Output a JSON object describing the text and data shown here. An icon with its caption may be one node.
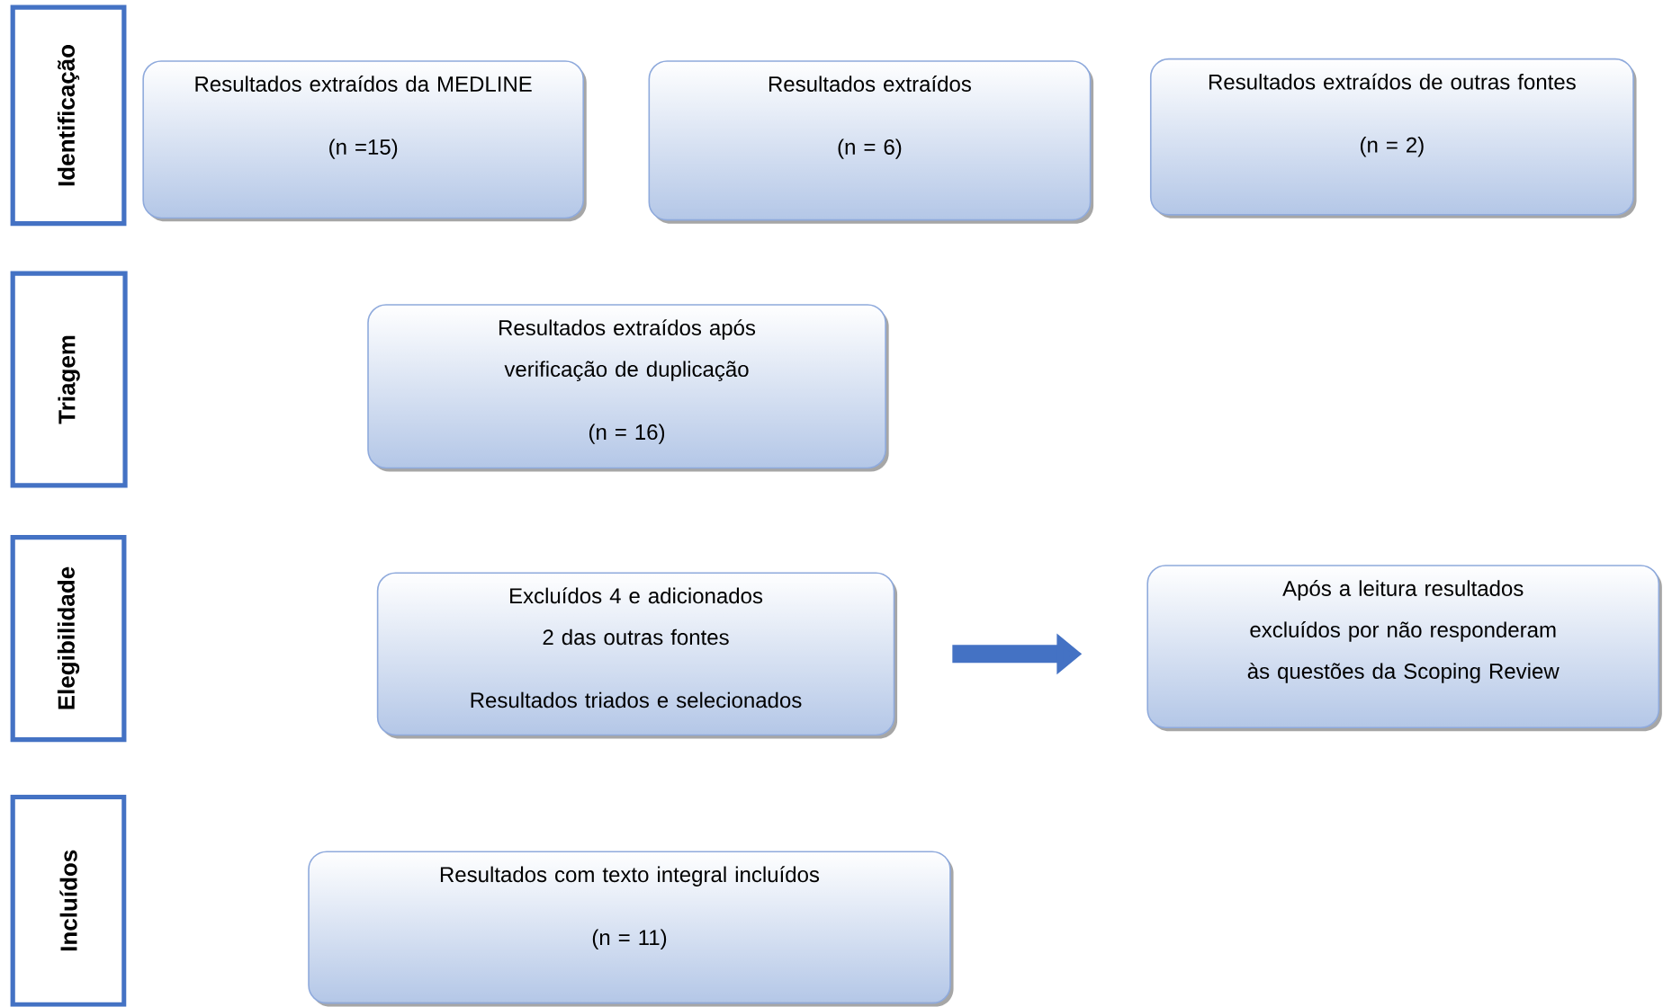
{
  "diagram": {
    "nodes": [
      {
        "text": [
          "Identificação"
        ]
      },
      {
        "text": [
          "Triagem"
        ]
      },
      {
        "text": [
          "Elegibilidade"
        ]
      },
      {
        "text": [
          "Incluídos"
        ]
      },
      {
        "text": [
          "Resultados extraídos da MEDLINE",
          "(n =15)"
        ]
      },
      {
        "text": [
          "Resultados extraídos",
          "(n = 6)"
        ]
      },
      {
        "text": [
          "Resultados extraídos de outras fontes",
          "(n = 2)"
        ]
      },
      {
        "text": [
          "Resultados extraídos após verificação de duplicação",
          "(n = 16)"
        ]
      },
      {
        "text": [
          "Excluídos 4 e adicionados 2 das outras fontes",
          "Resultados triados e selecionados"
        ]
      },
      {
        "text": [
          "Após a leitura resultados excluídos por não responderam às questões da Scoping Review"
        ]
      },
      {
        "text": [
          "Resultados com texto integral incluídos",
          "(n = 11)"
        ]
      }
    ],
    "edges": [
      {
        "from": 8,
        "to": 9,
        "arrow": "to"
      }
    ]
  }
}
